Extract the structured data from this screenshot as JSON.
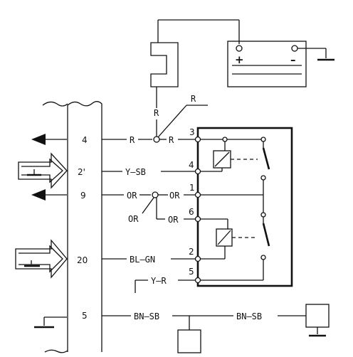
{
  "connector_pins": {
    "pin_4": "4",
    "pin_21": "2'",
    "pin_9": "9",
    "pin_20": "20",
    "pin_5": "5"
  },
  "wires": {
    "r_main": "R",
    "r_right": "R",
    "r_up_vertical": "R",
    "r_branch": "R",
    "y_sb": "Y–SB",
    "or_main": "OR",
    "or_right": "OR",
    "or_branch": "OR",
    "or_lower": "OR",
    "bl_gn": "BL–GN",
    "y_r": "Y–R",
    "bn_sb_left": "BN–SB",
    "bn_sb_right": "BN–SB"
  },
  "relay_terminals": {
    "t3": "3",
    "t4": "4",
    "t1": "1",
    "t6": "6",
    "t2": "2",
    "t5": "5"
  },
  "battery": {
    "plus": "+",
    "minus": "–"
  }
}
